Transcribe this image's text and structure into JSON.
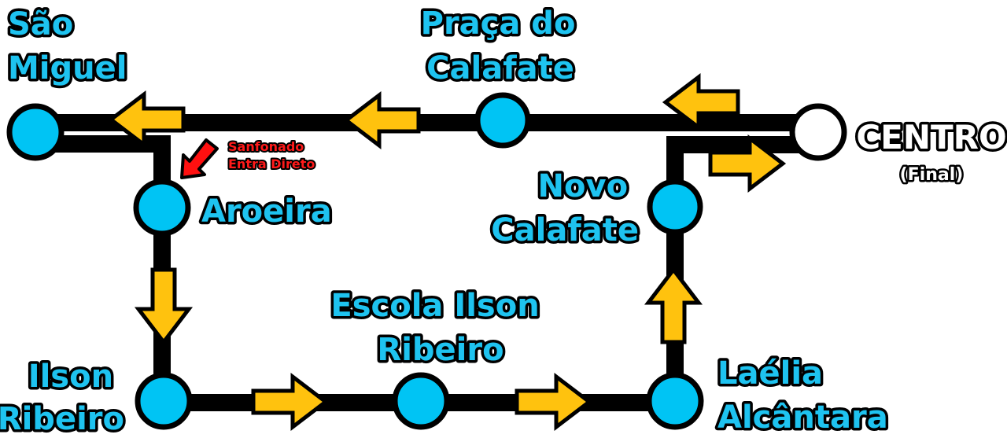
{
  "colors": {
    "line": "#000000",
    "station_fill": "#00c4f4",
    "terminal_fill": "#ffffff",
    "arrow_fill": "#ffc20e",
    "label_fill": "#1ec3f0",
    "note_fill": "#ff1a1a"
  },
  "stations": {
    "sao_miguel": [
      "São",
      "Miguel"
    ],
    "praca_calafate": [
      "Praça do",
      "Calafate"
    ],
    "aroeira": [
      "Aroeira"
    ],
    "novo_calafate": [
      "Novo",
      "Calafate"
    ],
    "escola_ilson": [
      "Escola Ilson",
      "Ribeiro"
    ],
    "ilson_ribeiro": [
      "Ilson",
      "Ribeiro"
    ],
    "laelia": [
      "Laélia",
      "Alcântara"
    ]
  },
  "terminal": {
    "name": "CENTRO",
    "note": "(Final)"
  },
  "annotation": {
    "lines": [
      "Sanfonado",
      "Entra Direto"
    ],
    "icon": "red-arrow-icon"
  },
  "arrow_icon": "yellow-direction-arrow-icon"
}
